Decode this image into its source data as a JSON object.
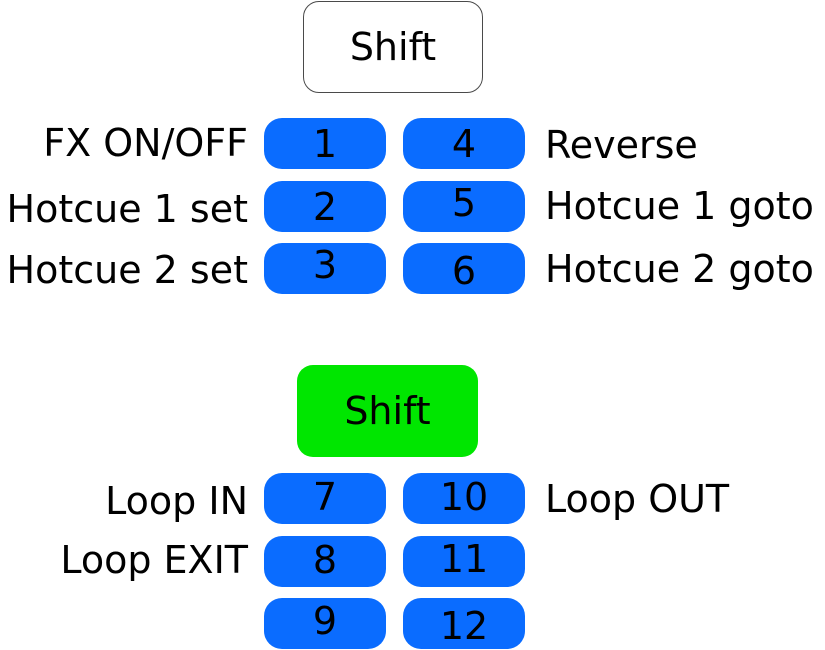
{
  "top_section": {
    "shift_label": "Shift",
    "shift_fill": "#ffffff",
    "pads": [
      "1",
      "2",
      "3",
      "4",
      "5",
      "6"
    ],
    "left_labels": [
      "FX ON/OFF",
      "Hotcue 1 set",
      "Hotcue 2 set"
    ],
    "right_labels": [
      "Reverse",
      "Hotcue 1 goto",
      "Hotcue 2 goto"
    ]
  },
  "bottom_section": {
    "shift_label": "Shift",
    "shift_fill": "#00e600",
    "pads": [
      "7",
      "8",
      "9",
      "10",
      "11",
      "12"
    ],
    "left_labels": [
      "Loop IN",
      "Loop EXIT"
    ],
    "right_labels": [
      "Loop OUT"
    ]
  },
  "colors": {
    "pad": "#0a6cff",
    "shift_active": "#00e600"
  }
}
